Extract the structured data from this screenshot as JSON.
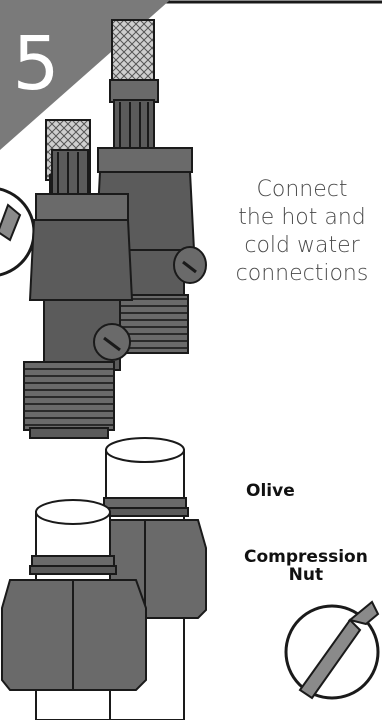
{
  "step": {
    "number": "5"
  },
  "instruction": {
    "lines": [
      "Connect",
      "the hot and",
      "cold water",
      "connections"
    ]
  },
  "labels": {
    "olive": "Olive",
    "compression_nut": [
      "Compression",
      "Nut"
    ]
  },
  "icons": {
    "wrench_circle": "wrench-icon",
    "wrench_circle_left": "wrench-icon"
  },
  "colors": {
    "step_badge": "#7a7a7a",
    "fitting_dark": "#5b5b5b",
    "fitting_mid": "#6a6a6a",
    "outline": "#1a1a1a",
    "icon_fill": "#8a8a8a"
  }
}
